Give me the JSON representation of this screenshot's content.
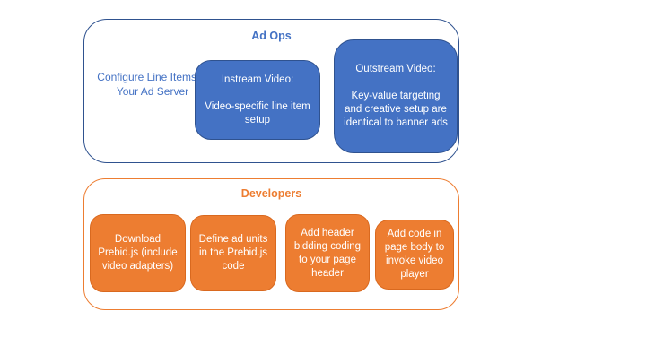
{
  "colors": {
    "blue_fill": "#4472C4",
    "blue_border": "#2F528F",
    "blue_container_border": "#2E5597",
    "orange_fill": "#ED7D31",
    "orange_border": "#D9691F"
  },
  "ad_ops": {
    "title": "Ad Ops",
    "note": "Configure Line Items in Your Ad Server",
    "instream": {
      "title": "Instream Video:",
      "body": "Video-specific line item setup"
    },
    "outstream": {
      "title": "Outstream Video:",
      "body": "Key-value targeting and creative setup are identical to banner ads"
    }
  },
  "developers": {
    "title": "Developers",
    "steps": [
      "Download Prebid.js (include video adapters)",
      "Define ad units in the Prebid.js code",
      "Add header bidding coding to your page header",
      "Add code in page body to invoke video player"
    ]
  }
}
